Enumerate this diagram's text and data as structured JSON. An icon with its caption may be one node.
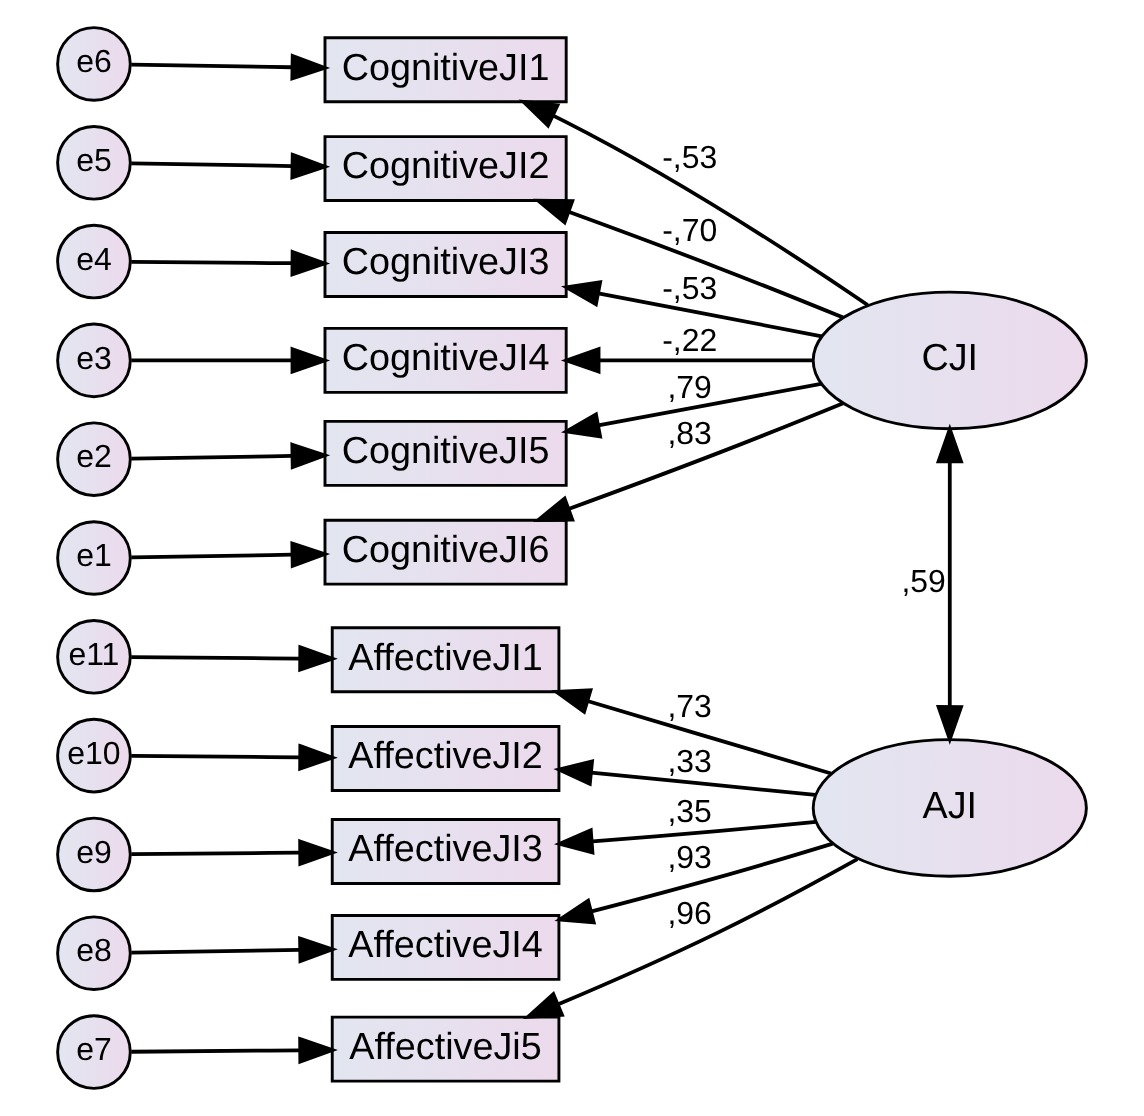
{
  "diagram": {
    "nodes": [
      {
        "text": [
          "e6"
        ]
      },
      {
        "text": [
          "CognitiveJI1"
        ]
      },
      {
        "text": [
          "e5"
        ]
      },
      {
        "text": [
          "CognitiveJI2"
        ]
      },
      {
        "text": [
          "e4"
        ]
      },
      {
        "text": [
          "CognitiveJI3"
        ]
      },
      {
        "text": [
          "CJI"
        ]
      },
      {
        "text": [
          "e3"
        ]
      },
      {
        "text": [
          "CognitiveJI4"
        ]
      },
      {
        "text": [
          "e2"
        ]
      },
      {
        "text": [
          "CognitiveJI5"
        ]
      },
      {
        "text": [
          "e1"
        ]
      },
      {
        "text": [
          "CognitiveJI6"
        ]
      },
      {
        "text": [
          "e11"
        ]
      },
      {
        "text": [
          "AffectiveJI1"
        ]
      },
      {
        "text": [
          "e10"
        ]
      },
      {
        "text": [
          "AffectiveJI2"
        ]
      },
      {
        "text": [
          "e9"
        ]
      },
      {
        "text": [
          "AffectiveJI3"
        ]
      },
      {
        "text": [
          "AJI"
        ]
      },
      {
        "text": [
          "e8"
        ]
      },
      {
        "text": [
          "AffectiveJI4"
        ]
      },
      {
        "text": [
          "e7"
        ]
      },
      {
        "text": [
          "AffectiveJi5"
        ]
      }
    ],
    "edges": [
      {
        "from": 0,
        "to": 1,
        "arrow": "to"
      },
      {
        "from": 2,
        "to": 3,
        "arrow": "to"
      },
      {
        "from": 4,
        "to": 5,
        "arrow": "to"
      },
      {
        "from": 7,
        "to": 8,
        "arrow": "to"
      },
      {
        "from": 9,
        "to": 10,
        "arrow": "to"
      },
      {
        "from": 11,
        "to": 12,
        "arrow": "to"
      },
      {
        "from": 13,
        "to": 14,
        "arrow": "to"
      },
      {
        "from": 15,
        "to": 16,
        "arrow": "to"
      },
      {
        "from": 17,
        "to": 18,
        "arrow": "to"
      },
      {
        "from": 20,
        "to": 21,
        "arrow": "to"
      },
      {
        "from": 22,
        "to": 23,
        "arrow": "to"
      },
      {
        "from": 6,
        "to": 1,
        "arrow": "to",
        "label": "-,53"
      },
      {
        "from": 6,
        "to": 3,
        "arrow": "to",
        "label": "-,70"
      },
      {
        "from": 6,
        "to": 5,
        "arrow": "to",
        "label": "-,53"
      },
      {
        "from": 6,
        "to": 8,
        "arrow": "to",
        "label": "-,22"
      },
      {
        "from": 6,
        "to": 10,
        "arrow": "to",
        "label": ",79"
      },
      {
        "from": 6,
        "to": 12,
        "arrow": "to",
        "label": ",83"
      },
      {
        "from": 19,
        "to": 14,
        "arrow": "to",
        "label": ",73"
      },
      {
        "from": 19,
        "to": 16,
        "arrow": "to",
        "label": ",33"
      },
      {
        "from": 19,
        "to": 18,
        "arrow": "to",
        "label": ",35"
      },
      {
        "from": 19,
        "to": 21,
        "arrow": "to",
        "label": ",93"
      },
      {
        "from": 19,
        "to": 23,
        "arrow": "to",
        "label": ",96"
      },
      {
        "from": 6,
        "to": 19,
        "arrow": "both",
        "label": ",59"
      }
    ]
  }
}
